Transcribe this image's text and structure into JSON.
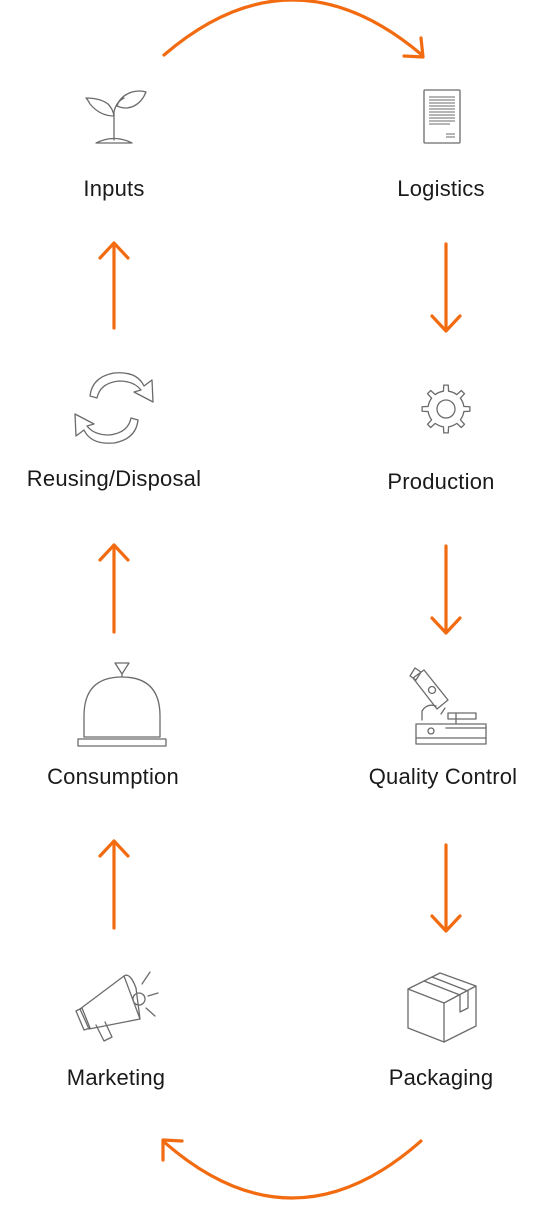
{
  "accent_color": "#f26b10",
  "stages": [
    {
      "id": "inputs",
      "label": "Inputs",
      "icon": "sprout-icon"
    },
    {
      "id": "logistics",
      "label": "Logistics",
      "icon": "document-icon"
    },
    {
      "id": "production",
      "label": "Production",
      "icon": "gear-icon"
    },
    {
      "id": "quality",
      "label": "Quality Control",
      "icon": "microscope-icon"
    },
    {
      "id": "packaging",
      "label": "Packaging",
      "icon": "box-icon"
    },
    {
      "id": "marketing",
      "label": "Marketing",
      "icon": "megaphone-icon"
    },
    {
      "id": "consumption",
      "label": "Consumption",
      "icon": "cloche-icon"
    },
    {
      "id": "reusing",
      "label": "Reusing/Disposal",
      "icon": "recycle-icon"
    }
  ],
  "flow": [
    "inputs",
    "logistics",
    "production",
    "quality",
    "packaging",
    "marketing",
    "consumption",
    "reusing",
    "inputs"
  ]
}
